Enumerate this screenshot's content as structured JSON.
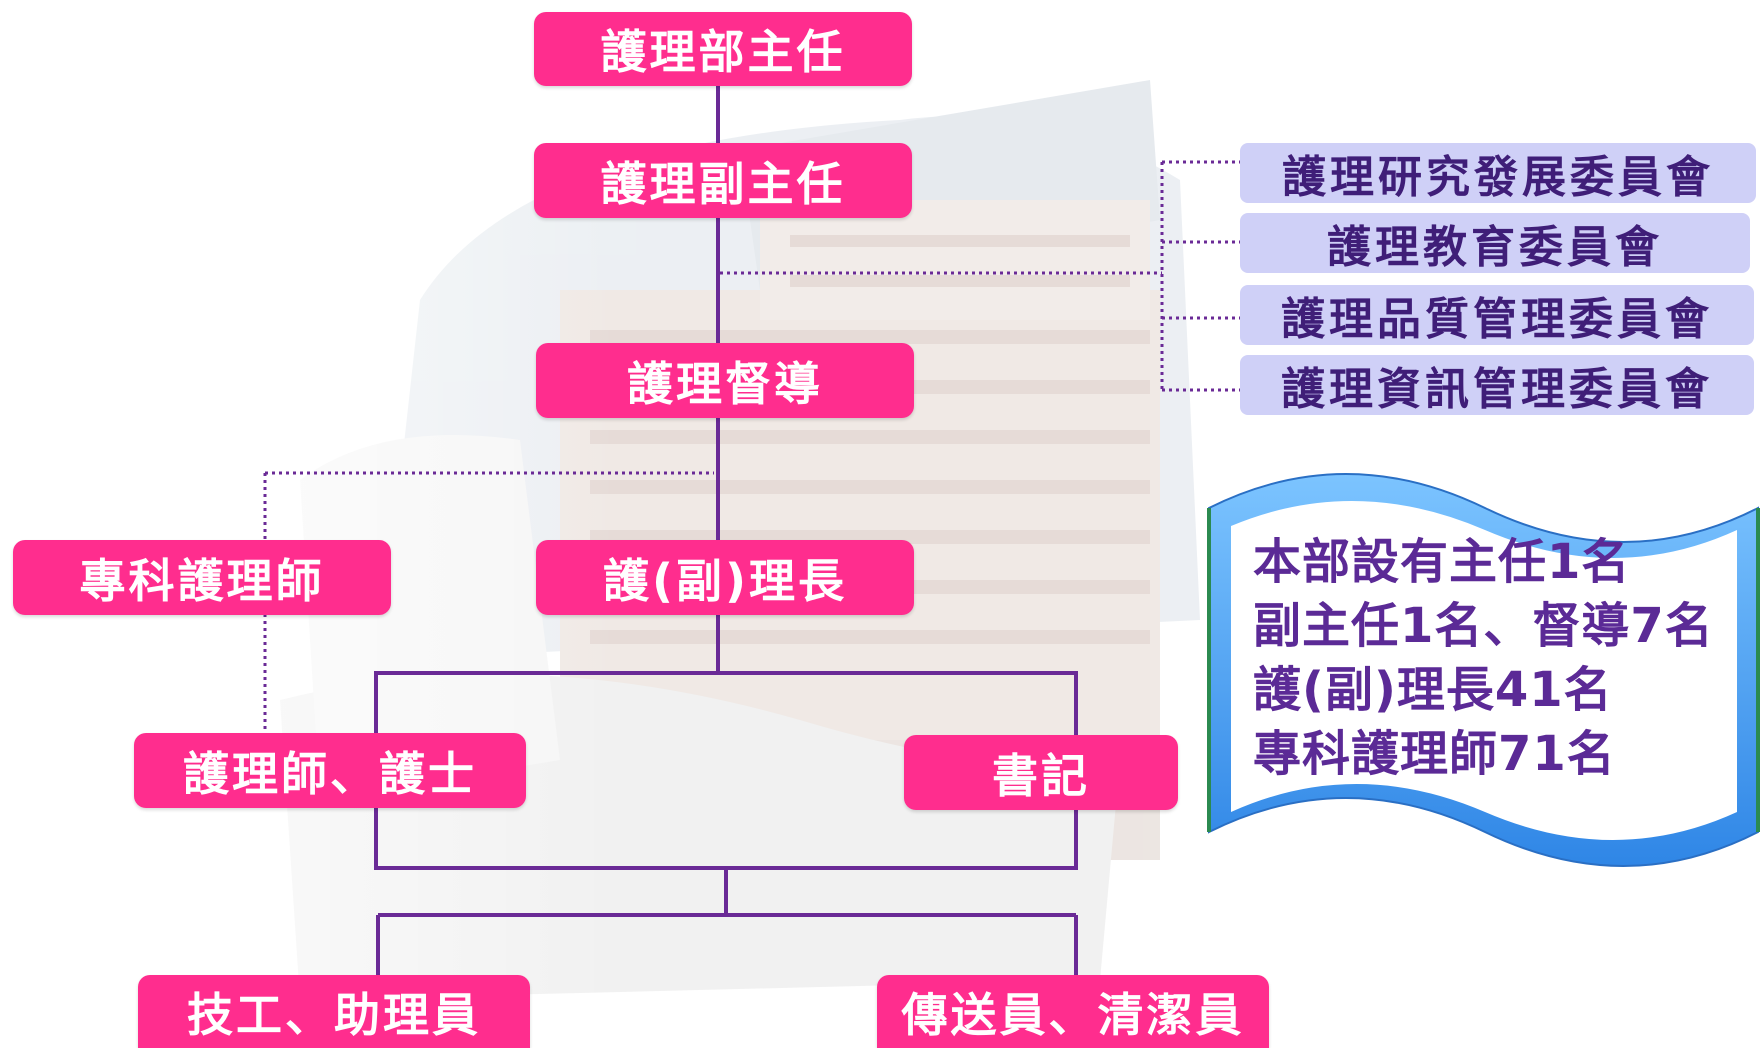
{
  "org_chart": {
    "director": "護理部主任",
    "deputy_director": "護理副主任",
    "supervisor": "護理督導",
    "nurse_practitioner": "專科護理師",
    "head_nurse": "護(副)理長",
    "nurses": "護理師、護士",
    "clerk": "書記",
    "technicians": "技工、助理員",
    "transport_cleaning": "傳送員、清潔員"
  },
  "committees": [
    "護理研究發展委員會",
    "護理教育委員會",
    "護理品質管理委員會",
    "護理資訊管理委員會"
  ],
  "summary": [
    "本部設有主任1名",
    "副主任1名、督導7名",
    "護(副)理長41名",
    "專科護理師71名"
  ],
  "colors": {
    "node_fill": "#ff2d8e",
    "node_text": "#ffffff",
    "committee_fill": "#cfd0f7",
    "committee_text": "#3f1e78",
    "connector": "#6a2a96",
    "summary_text": "#5b2a96",
    "summary_frame": "#3fa0f0"
  }
}
